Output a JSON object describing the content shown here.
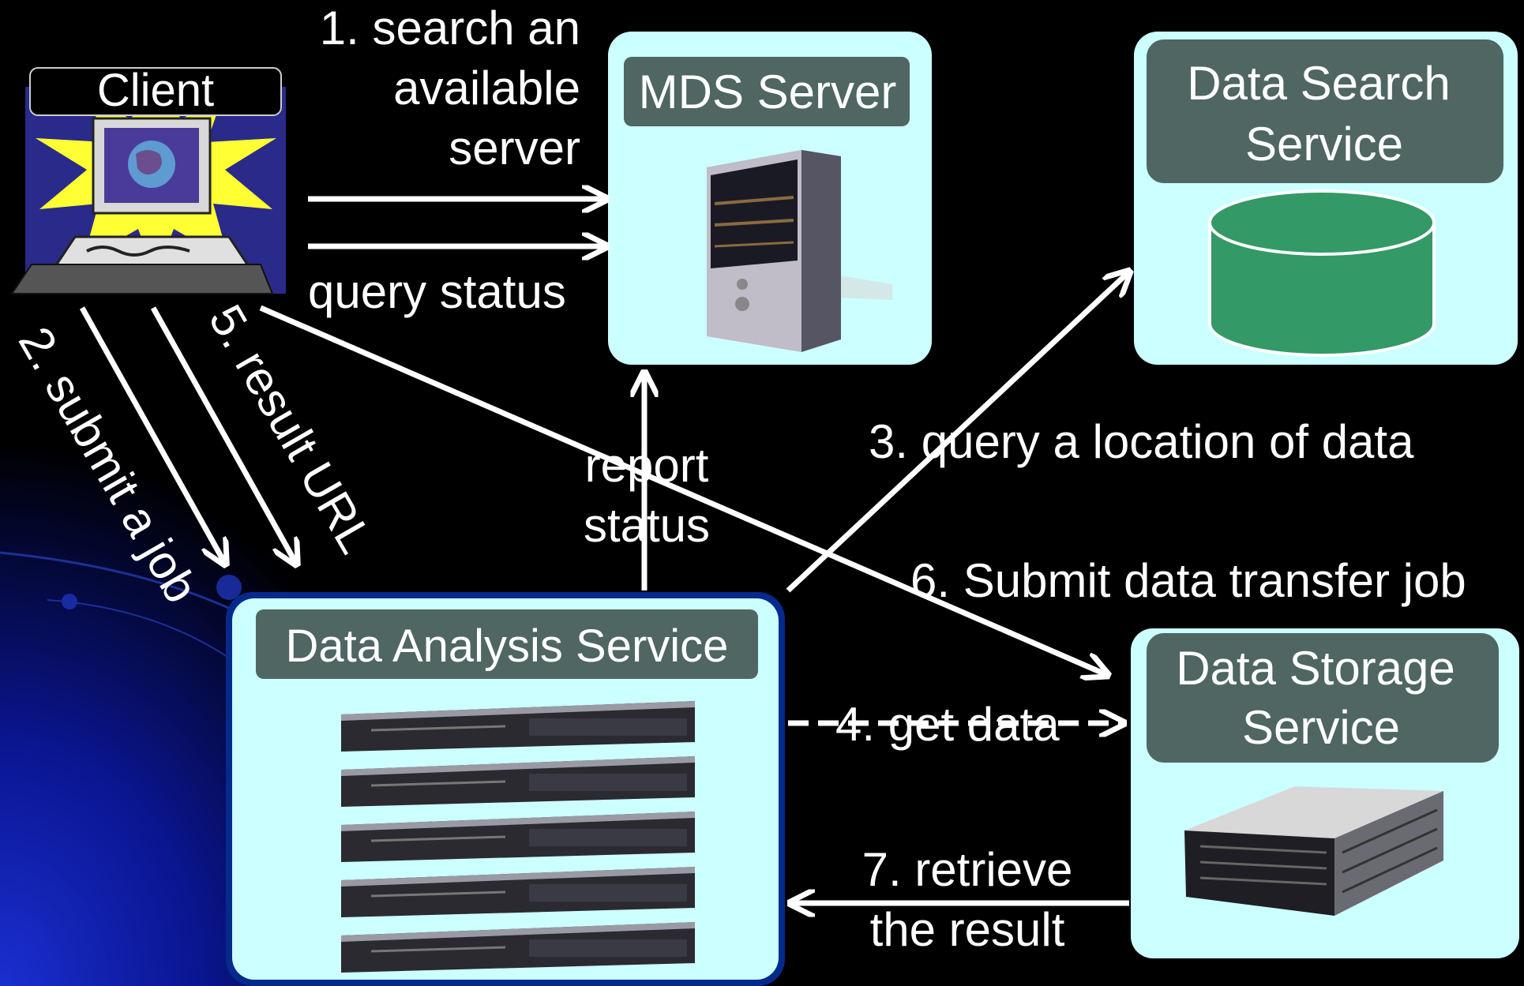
{
  "nodes": {
    "client": {
      "title": "Client"
    },
    "mds": {
      "title": "MDS Server"
    },
    "search": {
      "title_line1": "Data Search",
      "title_line2": "Service"
    },
    "analysis": {
      "title": "Data Analysis Service"
    },
    "storage": {
      "title_line1": "Data Storage",
      "title_line2": "Service"
    }
  },
  "edges": {
    "search_server": {
      "line1": "1. search an",
      "line2": "available",
      "line3": "server"
    },
    "query_status": {
      "label": "query status"
    },
    "submit_job": {
      "label": "2. submit a job"
    },
    "result_url": {
      "label": "5. result URL"
    },
    "report_status": {
      "line1": "report",
      "line2": "status"
    },
    "query_location": {
      "label": "3. query a location of data"
    },
    "submit_transfer": {
      "label": "6. Submit data transfer job"
    },
    "get_data": {
      "label": "4. get data"
    },
    "retrieve": {
      "line1": "7. retrieve",
      "line2": "the result"
    }
  },
  "colors": {
    "background": "#000000",
    "box_fill": "#ccffff",
    "title_fill": "#4f6662",
    "arrow": "#ffffff",
    "cylinder": "#339966",
    "glow_blue": "#0a1a9a"
  }
}
